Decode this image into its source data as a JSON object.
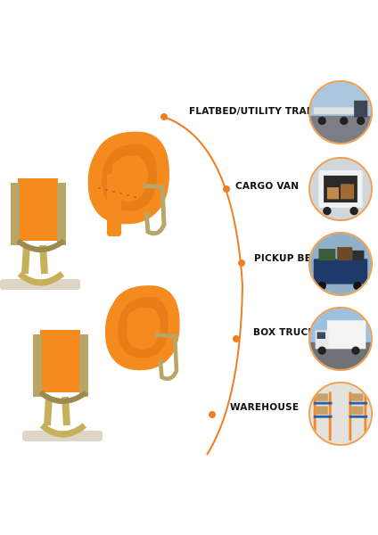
{
  "colors": {
    "accent": "#f07d22",
    "strap": "#f58a1f",
    "strap_shadow": "#d86e10",
    "metal": "#c9b46a",
    "ink": "#111111"
  },
  "uses": [
    {
      "label": "FLATBED/UTILITY TRAILER",
      "image": "flatbed-trailer-photo"
    },
    {
      "label": "CARGO VAN",
      "image": "cargo-van-photo"
    },
    {
      "label": "PICKUP BED",
      "image": "pickup-bed-photo"
    },
    {
      "label": "BOX TRUCK",
      "image": "box-truck-photo"
    },
    {
      "label": "WAREHOUSE",
      "image": "warehouse-photo"
    }
  ]
}
